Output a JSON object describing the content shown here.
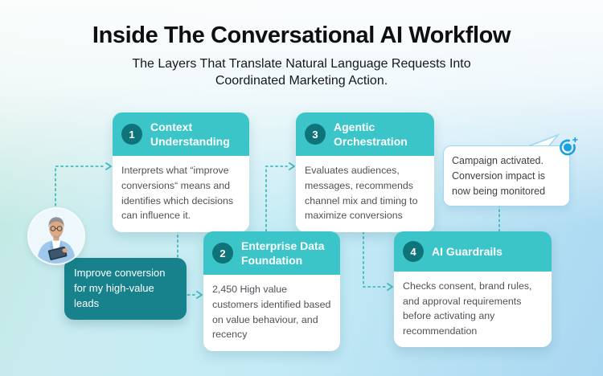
{
  "page": {
    "title": "Inside The Conversational AI Workflow",
    "subtitle_line1": "The Layers That Translate Natural Language Requests Into",
    "subtitle_line2": "Coordinated Marketing Action."
  },
  "user": {
    "message": "Improve conversion for my high-value leads"
  },
  "steps": [
    {
      "number": "1",
      "title": "Context Understanding",
      "description": "Interprets what “improve conversions“ means and identifies which decisions can influence it."
    },
    {
      "number": "2",
      "title": "Enterprise Data Foundation",
      "description": "2,450 High value customers identified based on value behaviour, and recency"
    },
    {
      "number": "3",
      "title": "Agentic Orchestration",
      "description": "Evaluates audiences, messages, recommends channel mix and timing to maximize conversions"
    },
    {
      "number": "4",
      "title": "AI Guardrails",
      "description": "Checks consent, brand rules, and approval requirements before activating any recommendation"
    }
  ],
  "result": {
    "message": "Campaign activated. Conversion impact is now being monitored"
  },
  "colors": {
    "accent_teal": "#3bc5c9",
    "badge_teal": "#0f747a",
    "bubble_teal": "#17828c",
    "connector_teal": "#45b8be",
    "result_border_blue": "#9ed9f2",
    "icon_blue": "#18a0e0"
  }
}
